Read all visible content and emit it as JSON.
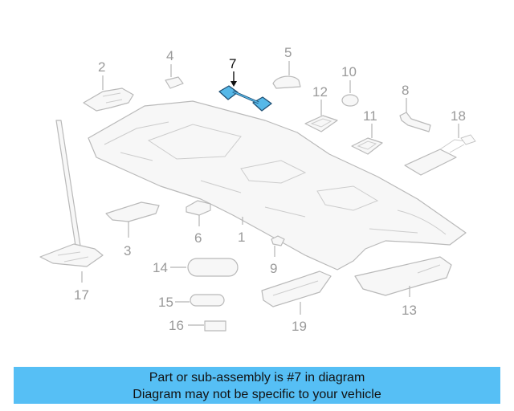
{
  "diagram": {
    "callouts": {
      "c1": "1",
      "c2": "2",
      "c3": "3",
      "c4": "4",
      "c5": "5",
      "c6": "6",
      "c7": "7",
      "c8": "8",
      "c9": "9",
      "c10": "10",
      "c11": "11",
      "c12": "12",
      "c13": "13",
      "c14": "14",
      "c15": "15",
      "c16": "16",
      "c17": "17",
      "c18": "18",
      "c19": "19"
    },
    "highlighted_part": "7"
  },
  "banner": {
    "line1": "Part or sub-assembly is #7 in diagram",
    "line2": "Diagram may not be specific to your vehicle",
    "background": "#56bff5"
  }
}
